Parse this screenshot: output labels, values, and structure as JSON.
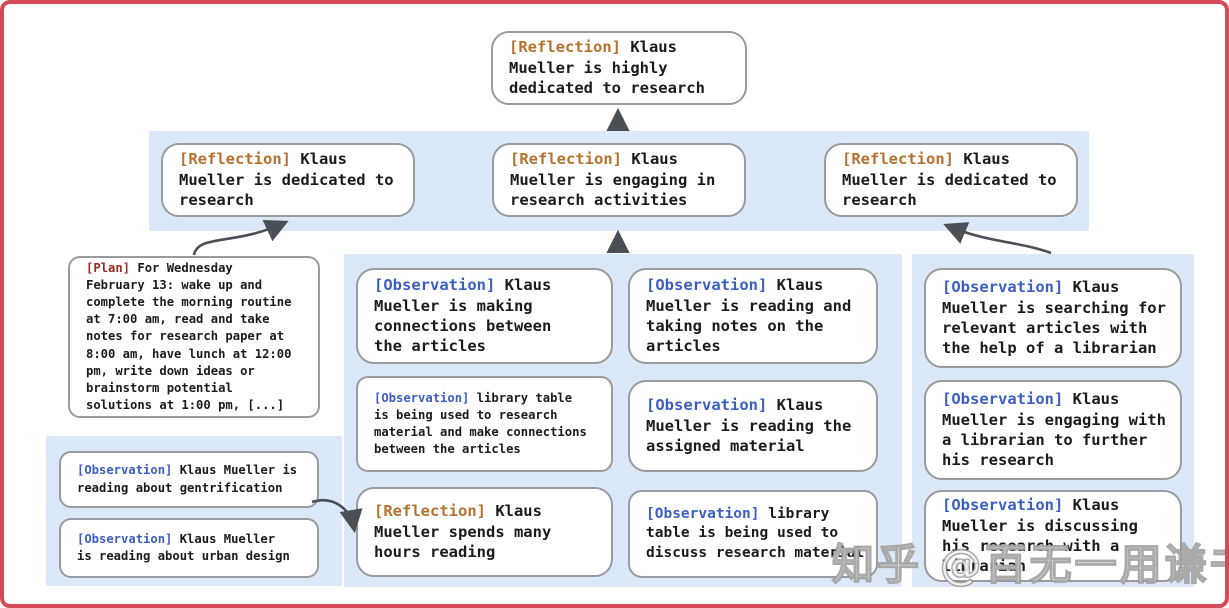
{
  "watermark": {
    "text": "知乎 @百无一用谦书生"
  },
  "colors": {
    "frame_border": "#d24b57",
    "band_background": "#dbe8f7",
    "node_border": "#9a9a9f",
    "reflection_tag": "#b5722f",
    "observation_tag": "#3a5ec2",
    "plan_tag": "#9c2a21",
    "arrow": "#4b5057",
    "body_text": "#1b1b1b"
  },
  "nodes": {
    "root": {
      "tag": "[Reflection]",
      "text": "Klaus\nMueller is highly\ndedicated to research"
    },
    "reflection_left": {
      "tag": "[Reflection]",
      "text": "Klaus\nMueller is dedicated to\nresearch"
    },
    "reflection_mid": {
      "tag": "[Reflection]",
      "text": "Klaus\nMueller is engaging in\nresearch activities"
    },
    "reflection_right": {
      "tag": "[Reflection]",
      "text": "Klaus\nMueller is dedicated to\nresearch"
    },
    "plan": {
      "tag": "[Plan]",
      "text": "For Wednesday\nFebruary 13: wake up and\ncomplete the morning routine\nat 7:00 am, read and take\nnotes for research paper at\n8:00 am, have lunch at 12:00\npm, write down ideas or\nbrainstorm potential\nsolutions at 1:00 pm, [...]"
    },
    "obs_gentrification": {
      "tag": "[Observation]",
      "text": "Klaus Mueller is\nreading about gentrification"
    },
    "obs_urban_design": {
      "tag": "[Observation]",
      "text": "Klaus Mueller\nis reading about urban design"
    },
    "obs_connections": {
      "tag": "[Observation]",
      "text": "Klaus\nMueller is making\nconnections between\nthe articles"
    },
    "obs_library_research": {
      "tag": "[Observation]",
      "text": "library table\nis being used to research\nmaterial and make connections\nbetween the articles"
    },
    "reflection_hours": {
      "tag": "[Reflection]",
      "text": "Klaus\nMueller spends many\nhours reading"
    },
    "obs_taking_notes": {
      "tag": "[Observation]",
      "text": "Klaus\nMueller is reading and\ntaking notes on the\narticles"
    },
    "obs_assigned_material": {
      "tag": "[Observation]",
      "text": "Klaus\nMueller is reading the\nassigned material"
    },
    "obs_library_discuss": {
      "tag": "[Observation]",
      "text": "library\ntable is being used to\ndiscuss research material"
    },
    "obs_searching_articles": {
      "tag": "[Observation]",
      "text": "Klaus\nMueller is searching for\nrelevant articles with\nthe help of a librarian"
    },
    "obs_engaging_librarian": {
      "tag": "[Observation]",
      "text": "Klaus\nMueller is engaging with\na librarian to further\nhis research"
    },
    "obs_discussing_librarian": {
      "tag": "[Observation]",
      "text": "Klaus\nMueller is discussing\nhis research with a\nlibrarian"
    }
  }
}
